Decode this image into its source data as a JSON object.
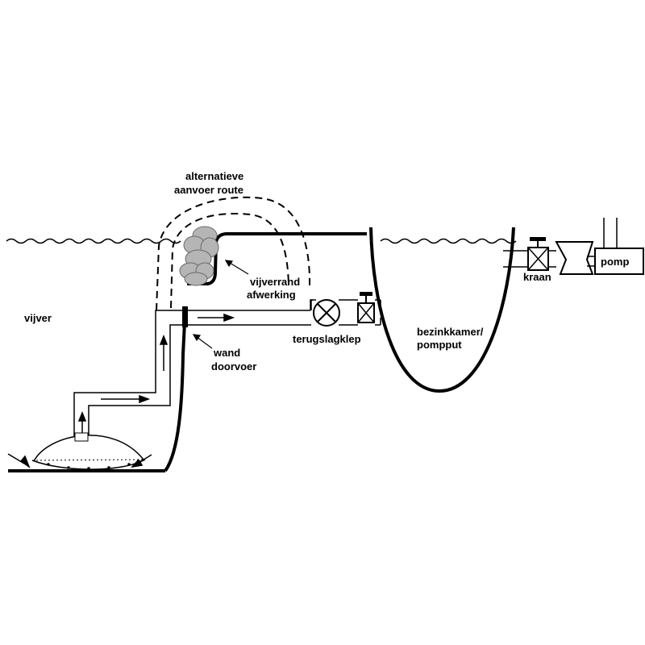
{
  "labels": {
    "alt_line1": "alternatieve",
    "alt_line2": "aanvoer route",
    "rim_line1": "vijverrand",
    "rim_line2": "afwerking",
    "pond": "vijver",
    "wall_line1": "wand",
    "wall_line2": "doorvoer",
    "check_valve": "terugslagklep",
    "chamber_line1": "bezinkkamer/",
    "chamber_line2": "pompput",
    "tap": "kraan",
    "pump": "pomp"
  },
  "colors": {
    "line": "#000000",
    "stone": "#b5b5b5",
    "stone_edge": "#6a6a6a",
    "background": "#ffffff"
  }
}
